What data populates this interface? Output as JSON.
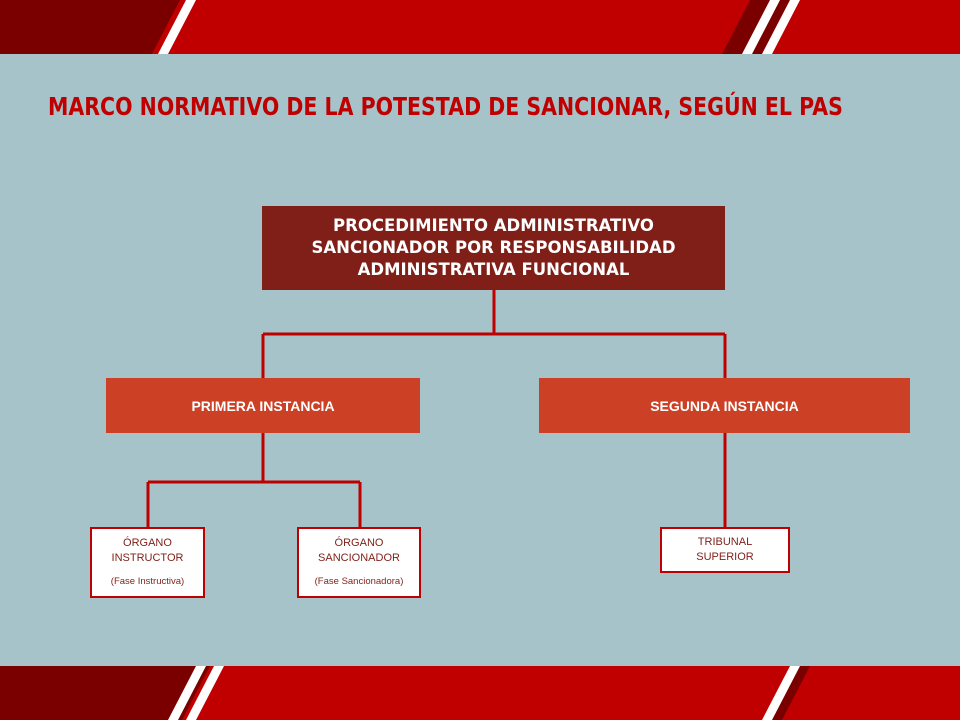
{
  "title": "MARCO NORMATIVO DE LA POTESTAD DE SANCIONAR, SEGÚN EL PAS",
  "colors": {
    "background": "#a5c3c9",
    "band_dark": "#7a0000",
    "band_red": "#c00000",
    "root_fill": "#7f1f18",
    "instance_fill": "#cc4125",
    "connector": "#c00000",
    "leaf_border": "#c00000"
  },
  "diagram": {
    "root": {
      "lines": [
        "PROCEDIMIENTO ADMINISTRATIVO",
        "SANCIONADOR POR RESPONSABILIDAD",
        "ADMINISTRATIVA FUNCIONAL"
      ]
    },
    "instances": [
      {
        "label": "PRIMERA INSTANCIA"
      },
      {
        "label": "SEGUNDA INSTANCIA"
      }
    ],
    "leaves": [
      {
        "lines": [
          "ÓRGANO",
          "INSTRUCTOR"
        ],
        "phase": "(Fase Instructiva)"
      },
      {
        "lines": [
          "ÓRGANO",
          "SANCIONADOR"
        ],
        "phase": "(Fase Sancionadora)"
      },
      {
        "lines": [
          "TRIBUNAL",
          "SUPERIOR"
        ]
      }
    ]
  }
}
